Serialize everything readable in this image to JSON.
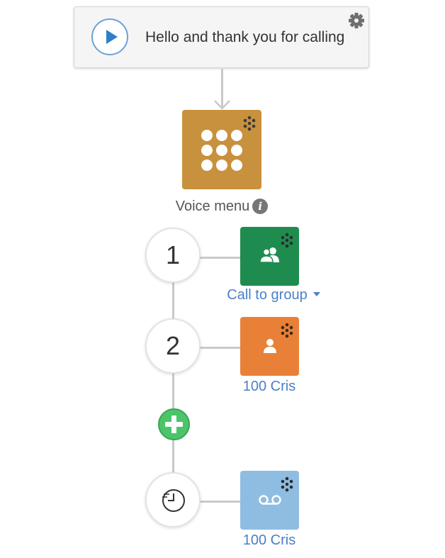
{
  "greeting": {
    "text": "Hello and thank you for calling",
    "icons": {
      "play": "play-icon",
      "settings": "gear-icon"
    }
  },
  "voice_menu": {
    "label": "Voice menu",
    "info": "i",
    "icon": "keypad-icon"
  },
  "options": [
    {
      "key": "1",
      "destination": "Call to group",
      "icon": "group-icon",
      "color": "#1e8c4e",
      "has_dropdown": true
    },
    {
      "key": "2",
      "destination": "100 Cris",
      "icon": "user-icon",
      "color": "#e98037"
    },
    {
      "key": "",
      "destination": "100 Cris",
      "icon": "voicemail-icon",
      "color": "#8fbde2",
      "key_icon": "timeout-clock-icon"
    }
  ],
  "colors": {
    "menu_node": "#c8913d",
    "link": "#4a7fc7",
    "add_button": "#4cc46a",
    "play_accent": "#2d7fc9"
  }
}
